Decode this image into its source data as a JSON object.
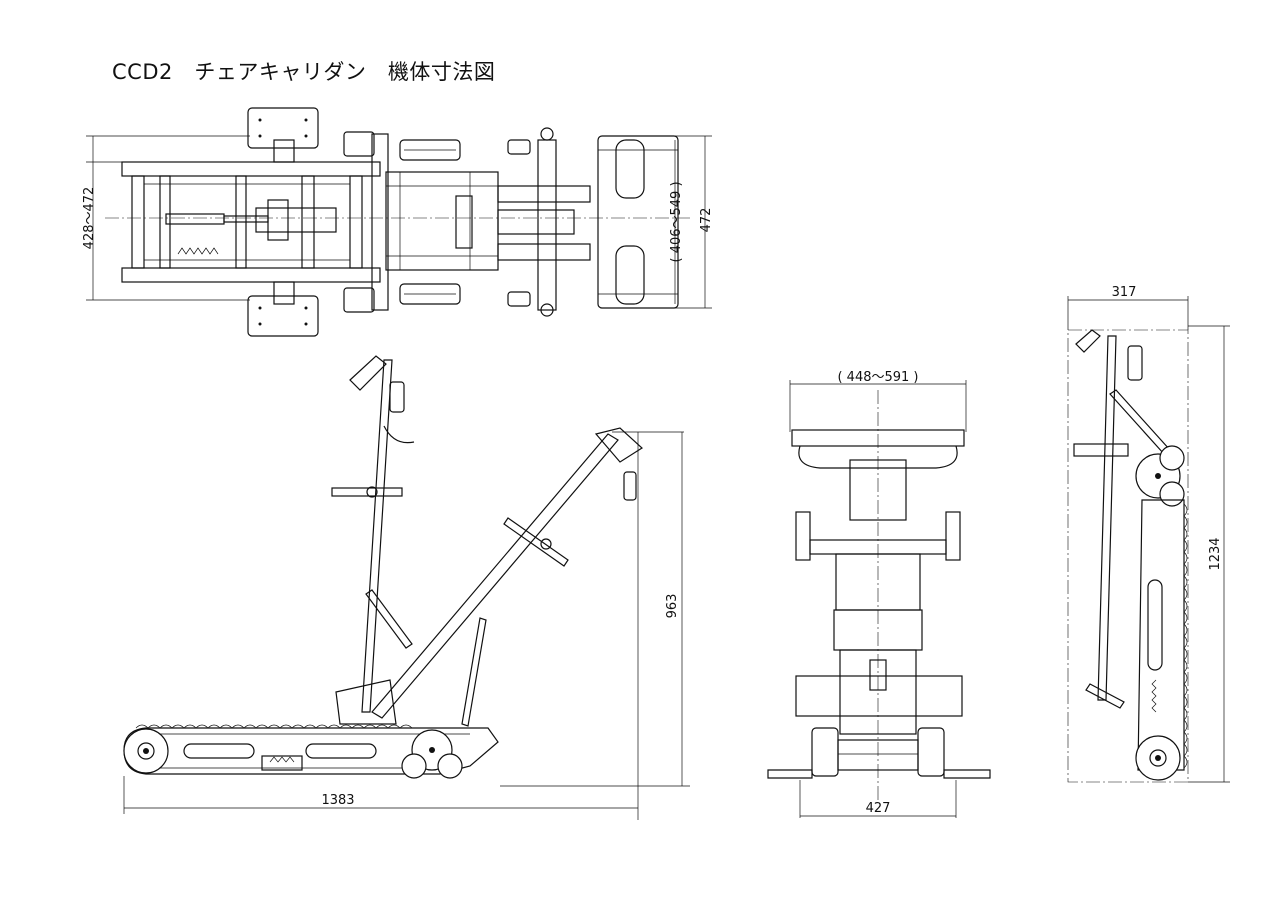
{
  "title": "CCD2　チェアキャリダン　機体寸法図",
  "dimensions": {
    "top_width_range": "428〜472",
    "top_seat_range": "( 406〜549 )",
    "top_overall": "472",
    "side_height": "963",
    "side_length": "1383",
    "front_seat_width": "( 448〜591 )",
    "front_base_width": "427",
    "rear_width": "317",
    "rear_height": "1234"
  }
}
